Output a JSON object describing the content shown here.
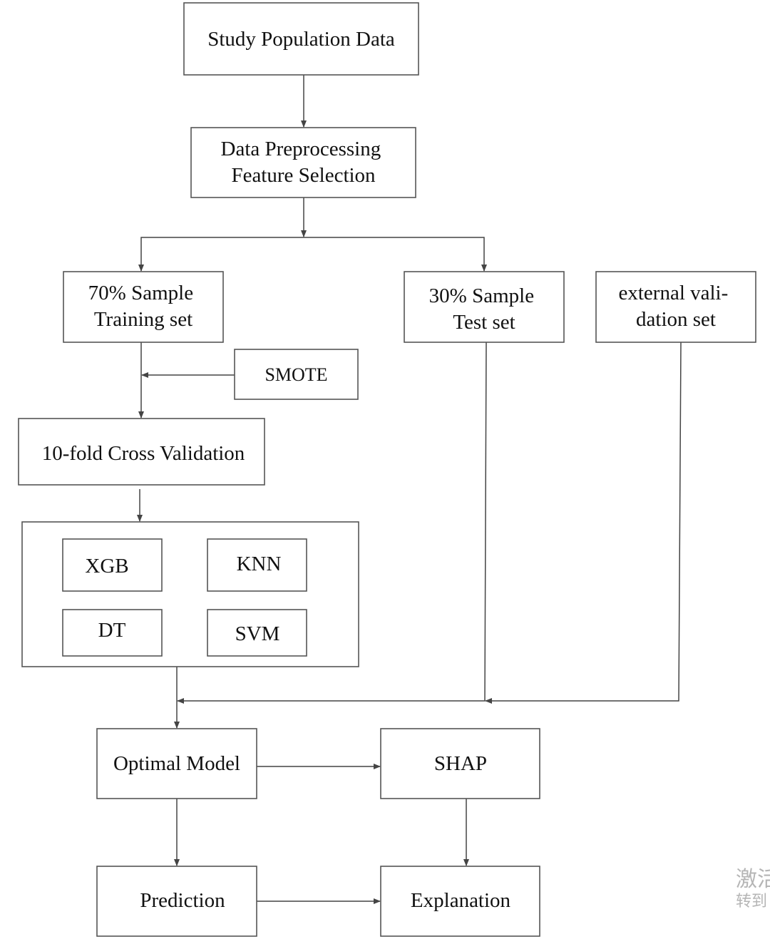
{
  "diagram": {
    "nodes": {
      "study_population": [
        "Study Population Data"
      ],
      "preprocessing": [
        "Data Preprocessing",
        "Feature Selection"
      ],
      "training": [
        "70% Sample",
        "Training set"
      ],
      "test": [
        "30% Sample",
        "Test set"
      ],
      "external": [
        "external vali-",
        "dation set"
      ],
      "smote": [
        "SMOTE"
      ],
      "cross_validation": [
        "10-fold Cross Validation"
      ],
      "xgb": [
        "XGB"
      ],
      "knn": [
        "KNN"
      ],
      "dt": [
        "DT"
      ],
      "svm": [
        "SVM"
      ],
      "optimal_model": [
        "Optimal Model"
      ],
      "shap": [
        "SHAP"
      ],
      "prediction": [
        "Prediction"
      ],
      "explanation": [
        "Explanation"
      ]
    }
  },
  "watermark": {
    "line1": "激活",
    "line2": "转到"
  }
}
